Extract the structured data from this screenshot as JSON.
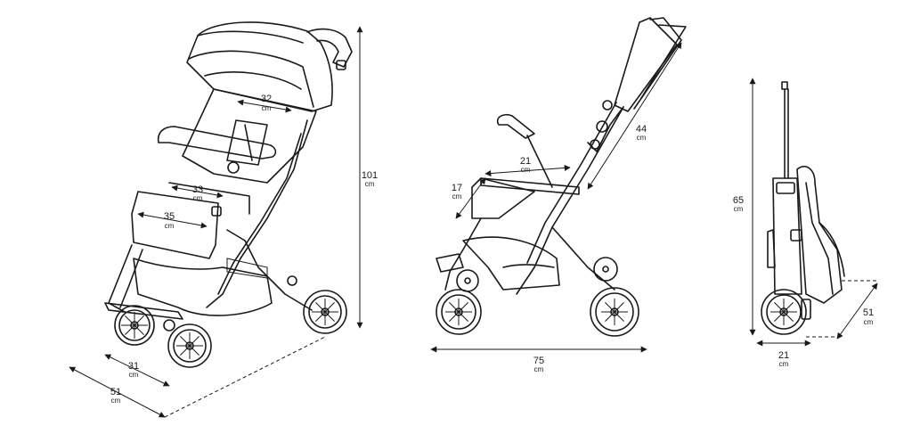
{
  "dimensions": {
    "front_canopy_width": {
      "value": "32",
      "unit": "cm"
    },
    "front_seat_width": {
      "value": "33",
      "unit": "cm"
    },
    "front_footrest_width": {
      "value": "35",
      "unit": "cm"
    },
    "front_height": {
      "value": "101",
      "unit": "cm"
    },
    "front_width": {
      "value": "31",
      "unit": "cm"
    },
    "front_length": {
      "value": "51",
      "unit": "cm"
    },
    "side_seat_depth": {
      "value": "21",
      "unit": "cm"
    },
    "side_leg_rest": {
      "value": "17",
      "unit": "cm"
    },
    "side_backrest": {
      "value": "44",
      "unit": "cm"
    },
    "side_length": {
      "value": "75",
      "unit": "cm"
    },
    "folded_height": {
      "value": "65",
      "unit": "cm"
    },
    "folded_depth": {
      "value": "51",
      "unit": "cm"
    },
    "folded_width": {
      "value": "21",
      "unit": "cm"
    }
  }
}
